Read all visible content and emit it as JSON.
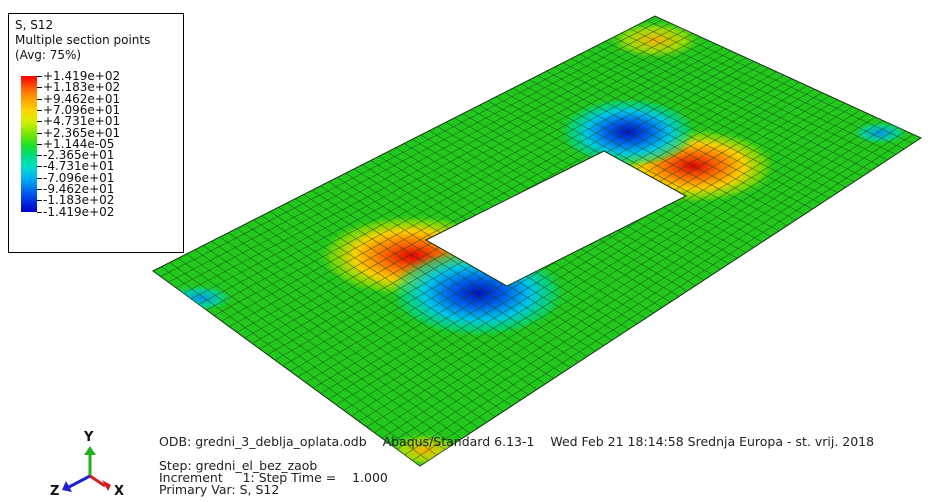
{
  "legend": {
    "title": "S, S12",
    "subtitle": "Multiple section points",
    "avg": "(Avg: 75%)",
    "values": [
      "+1.419e+02",
      "+1.183e+02",
      "+9.462e+01",
      "+7.096e+01",
      "+4.731e+01",
      "+2.365e+01",
      "+1.144e-05",
      "-2.365e+01",
      "-4.731e+01",
      "-7.096e+01",
      "-9.462e+01",
      "-1.183e+02",
      "-1.419e+02"
    ],
    "colors": [
      "#ff0000",
      "#ff5a00",
      "#ffa000",
      "#ffd400",
      "#d7f000",
      "#7fe800",
      "#22e21c",
      "#00d87e",
      "#00e0c8",
      "#00b0f0",
      "#0070f0",
      "#0034e8",
      "#0000c8"
    ]
  },
  "info": {
    "odb_line": "ODB: gredni_3_deblja_oplata.odb    Abaqus/Standard 6.13-1    Wed Feb 21 18:14:58 Srednja Europa - st. vrij. 2018",
    "step_line": "Step: gredni_el_bez_zaob",
    "increment_line": "Increment     1: Step Time =    1.000",
    "primary_var_line": "Primary Var: S, S12"
  },
  "triad": {
    "y_label": "Y",
    "z_label": "Z",
    "x_label": "X",
    "colors": {
      "y": "#22b022",
      "z": "#2020d0",
      "x": "#d02020"
    }
  },
  "plot": {
    "mesh_color": "#1d4a1d",
    "background_color": "#22c81c"
  }
}
